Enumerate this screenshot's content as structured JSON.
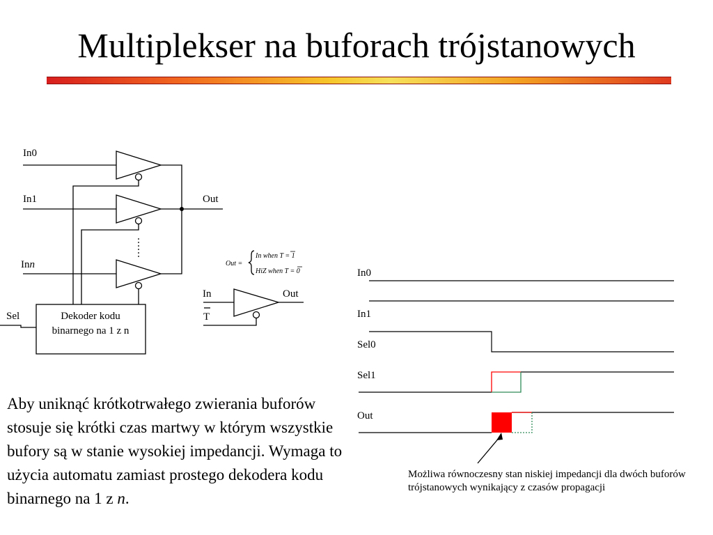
{
  "title": "Multiplekser na buforach trójstanowych",
  "circuit": {
    "in0": "In0",
    "in1": "In1",
    "inn_base": "In",
    "inn_italic": "n",
    "out": "Out",
    "sel": "Sel",
    "decoder_line1": "Dekoder kodu",
    "decoder_line2": "binarnego na 1 z n"
  },
  "legend": {
    "in": "In",
    "out": "Out",
    "t": "T",
    "formula_out": "Out =",
    "case1": "In when T = 1",
    "case2": "HiZ when T = 0"
  },
  "timing": {
    "signals": [
      "In0",
      "In1",
      "Sel0",
      "Sel1",
      "Out"
    ],
    "colors": {
      "overlap": "#ff0000",
      "transition": "#2e8b57"
    }
  },
  "body": {
    "text": "Aby uniknąć krótkotrwałego zwierania buforów stosuje się krótki czas martwy w którym wszystkie bufory są w stanie wysokiej impedancji. Wymaga to użycia automatu zamiast prostego dekodera kodu binarnego na 1 z ",
    "italic": "n",
    "end": "."
  },
  "callout": "Możliwa równoczesny stan niskiej impedancji dla dwóch buforów trójstanowych wynikający z czasów propagacji"
}
